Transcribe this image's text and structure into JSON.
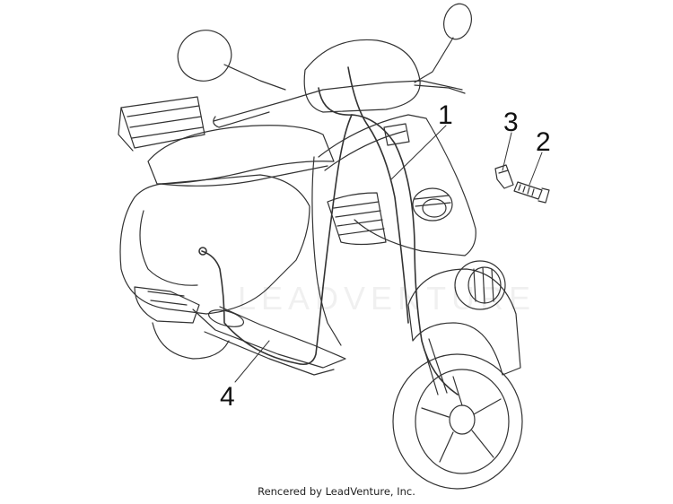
{
  "diagram": {
    "callouts": [
      {
        "id": "c1",
        "label": "1"
      },
      {
        "id": "c2",
        "label": "2"
      },
      {
        "id": "c3",
        "label": "3"
      },
      {
        "id": "c4",
        "label": "4"
      }
    ],
    "watermark": "LEADVENTURE",
    "credit": "Rencered by LeadVenture, Inc."
  },
  "colors": {
    "line": "#333333",
    "background": "#ffffff"
  }
}
